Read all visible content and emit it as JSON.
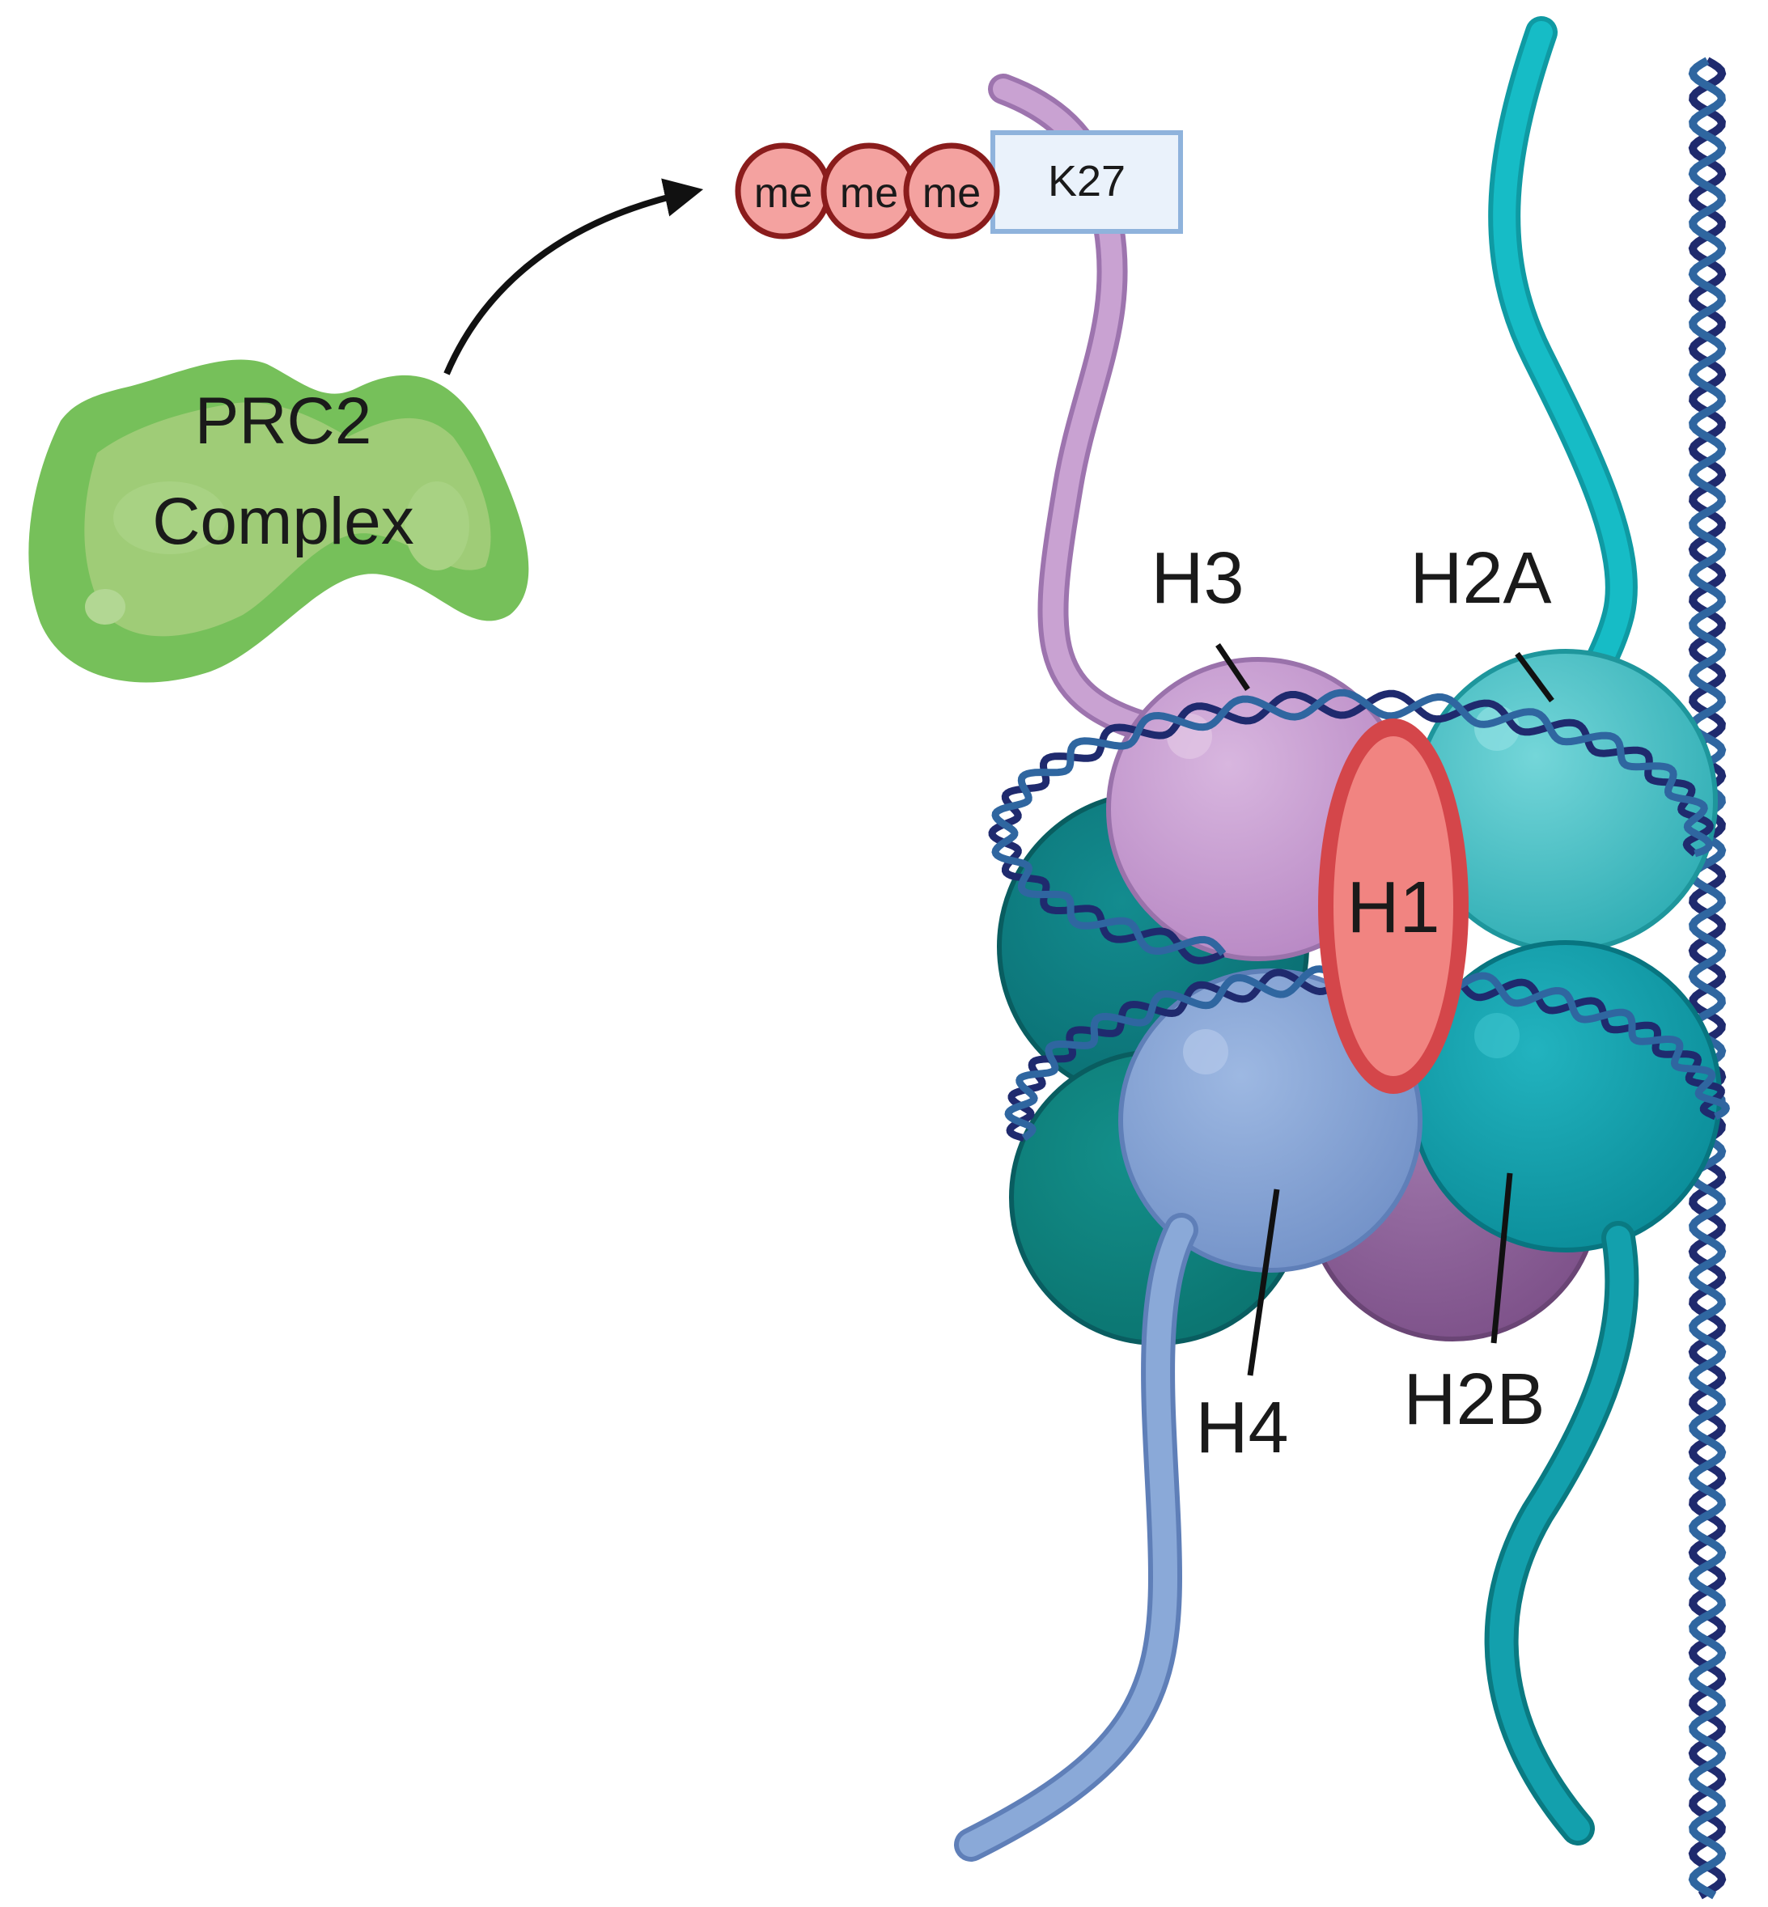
{
  "labels": {
    "prc2_line1": "PRC2",
    "prc2_line2": "Complex",
    "me1": "me",
    "me2": "me",
    "me3": "me",
    "k27": "K27",
    "h3": "H3",
    "h2a": "H2A",
    "h1": "H1",
    "h4": "H4",
    "h2b": "H2B"
  },
  "colors": {
    "prc2_green": "#76c05a",
    "prc2_light": "#9fcc77",
    "methyl_fill": "#f4a2a0",
    "methyl_stroke": "#8a1c1c",
    "k27_fill": "#eaf2fb",
    "k27_stroke": "#8fb3dc",
    "h3_purple": "#c9a2d2",
    "h2a_teal": "#52c3c8",
    "h2b_teal": "#13a0ad",
    "h4_blue": "#8aa9d8",
    "dark_teal": "#0d7d80",
    "dark_purple": "#8c5f98",
    "h1_red": "#f18481",
    "h1_stroke": "#d4464a",
    "dna_dark": "#1f2a6e",
    "dna_light": "#2f66a0",
    "tail_cyan": "#16bcc6",
    "arrow": "#111111"
  }
}
